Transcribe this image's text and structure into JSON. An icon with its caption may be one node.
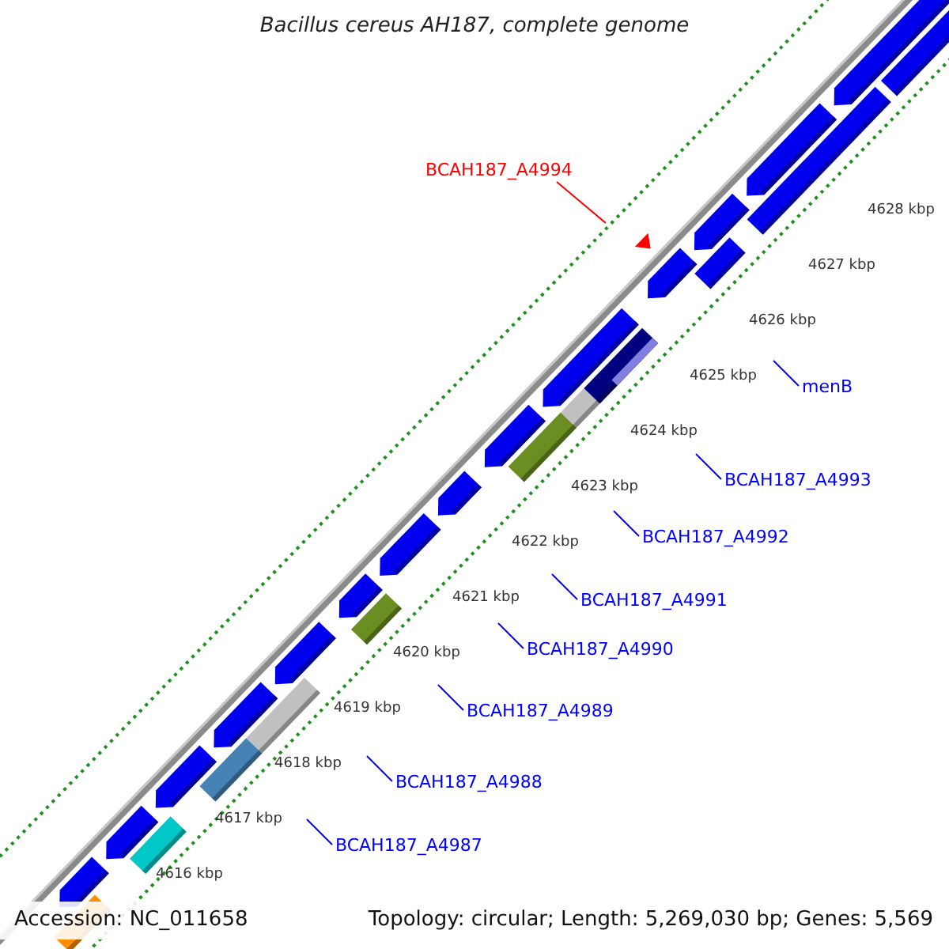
{
  "diagram": {
    "title": "Bacillus cereus AH187, complete genome",
    "nodes": [
      {
        "text": [
          "BCAH187_A4994"
        ]
      },
      {
        "text": [
          "menB"
        ]
      },
      {
        "text": [
          "BCAH187_A4993"
        ]
      },
      {
        "text": [
          "BCAH187_A4992"
        ]
      },
      {
        "text": [
          "BCAH187_A4991"
        ]
      },
      {
        "text": [
          "BCAH187_A4990"
        ]
      },
      {
        "text": [
          "BCAH187_A4989"
        ]
      },
      {
        "text": [
          "BCAH187_A4988"
        ]
      },
      {
        "text": [
          "BCAH187_A4987"
        ]
      }
    ],
    "edges": [
      {
        "from": 0,
        "to": null,
        "arrow": "none",
        "color": "#ff0000"
      },
      {
        "from": 1,
        "to": null,
        "arrow": "none"
      },
      {
        "from": 2,
        "to": null,
        "arrow": "none"
      },
      {
        "from": 3,
        "to": null,
        "arrow": "none"
      },
      {
        "from": 4,
        "to": null,
        "arrow": "none"
      },
      {
        "from": 5,
        "to": null,
        "arrow": "none"
      },
      {
        "from": 6,
        "to": null,
        "arrow": "none"
      },
      {
        "from": 7,
        "to": null,
        "arrow": "none"
      },
      {
        "from": 8,
        "to": null,
        "arrow": "none"
      }
    ],
    "labels": [
      "4628 kbp",
      "4627 kbp",
      "4626 kbp",
      "4625 kbp",
      "4624 kbp",
      "4623 kbp",
      "4622 kbp",
      "4621 kbp",
      "4620 kbp",
      "4619 kbp",
      "4618 kbp",
      "4617 kbp",
      "4616 kbp",
      "Accession: NC_011658",
      "Topology: circular; Length: 5,269,030 bp; Genes: 5,569"
    ]
  }
}
